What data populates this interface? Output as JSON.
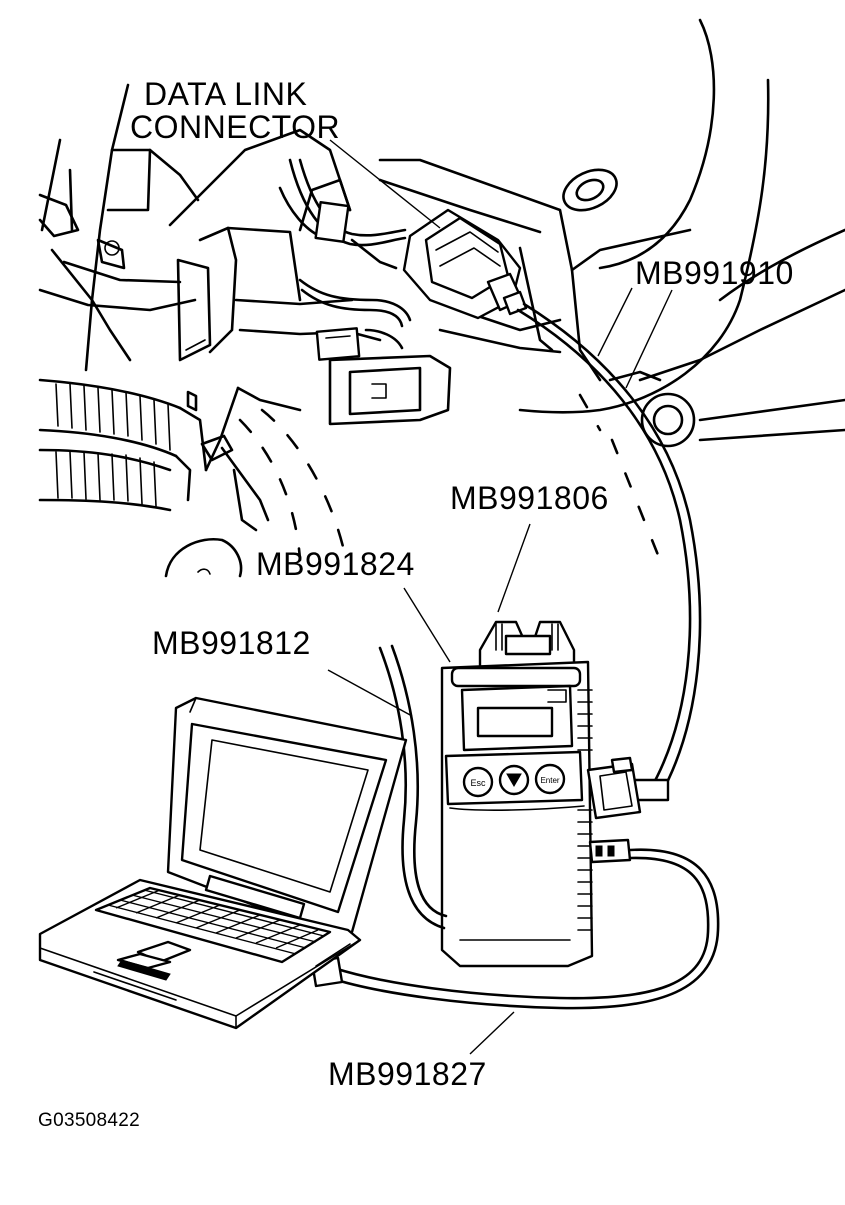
{
  "labels": {
    "data_link_connector_line1": "DATA LINK",
    "data_link_connector_line2": "CONNECTOR",
    "mb991910": "MB991910",
    "mb991806": "MB991806",
    "mb991824": "MB991824",
    "mb991812": "MB991812",
    "mb991827": "MB991827",
    "figure_id": "G03508422"
  },
  "device": {
    "button_left": "Esc",
    "button_middle": "▼",
    "button_right": "Enter"
  }
}
